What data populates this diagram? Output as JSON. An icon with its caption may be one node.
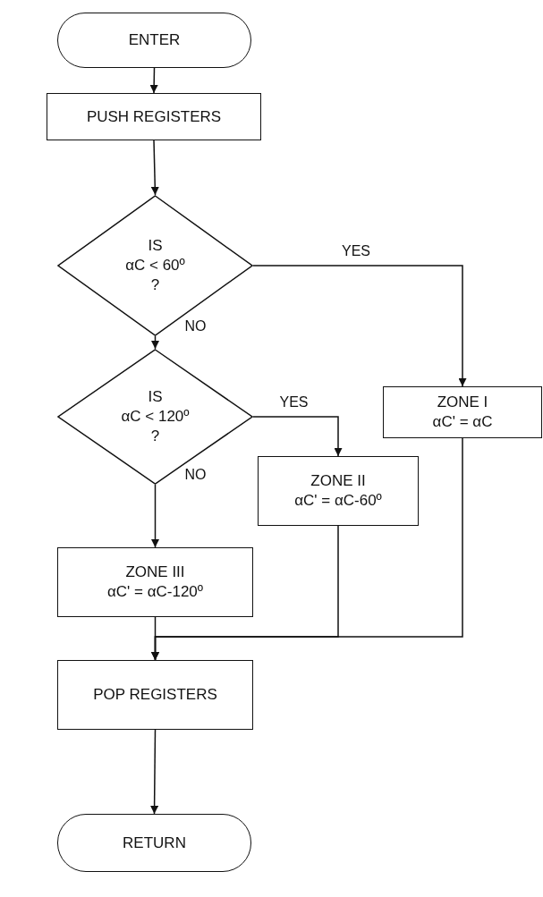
{
  "diagram": {
    "nodes": [
      {
        "text": [
          "ENTER"
        ]
      },
      {
        "text": [
          "PUSH REGISTERS"
        ]
      },
      {
        "text": [
          "IS",
          "αC < 60º",
          "?"
        ]
      },
      {
        "text": [
          "IS",
          "αC < 120º",
          "?"
        ]
      },
      {
        "text": [
          "ZONE I",
          "αC' = αC"
        ]
      },
      {
        "text": [
          "ZONE II",
          "αC' = αC-60º"
        ]
      },
      {
        "text": [
          "ZONE III",
          "αC' = αC-120º"
        ]
      },
      {
        "text": [
          "POP REGISTERS"
        ]
      },
      {
        "text": [
          "RETURN"
        ]
      }
    ],
    "edges": [
      {
        "from": 0,
        "to": 1,
        "arrow": "to"
      },
      {
        "from": 1,
        "to": 2,
        "arrow": "to"
      },
      {
        "from": 2,
        "to": 4,
        "arrow": "to",
        "label": "YES"
      },
      {
        "from": 2,
        "to": 3,
        "arrow": "to",
        "label": "NO"
      },
      {
        "from": 3,
        "to": 5,
        "arrow": "to",
        "label": "YES"
      },
      {
        "from": 3,
        "to": 6,
        "arrow": "to",
        "label": "NO"
      },
      {
        "from": 4,
        "to": 7,
        "arrow": "to"
      },
      {
        "from": 5,
        "to": 7,
        "arrow": "to"
      },
      {
        "from": 6,
        "to": 7,
        "arrow": "to"
      },
      {
        "from": 7,
        "to": 8,
        "arrow": "to"
      }
    ]
  }
}
